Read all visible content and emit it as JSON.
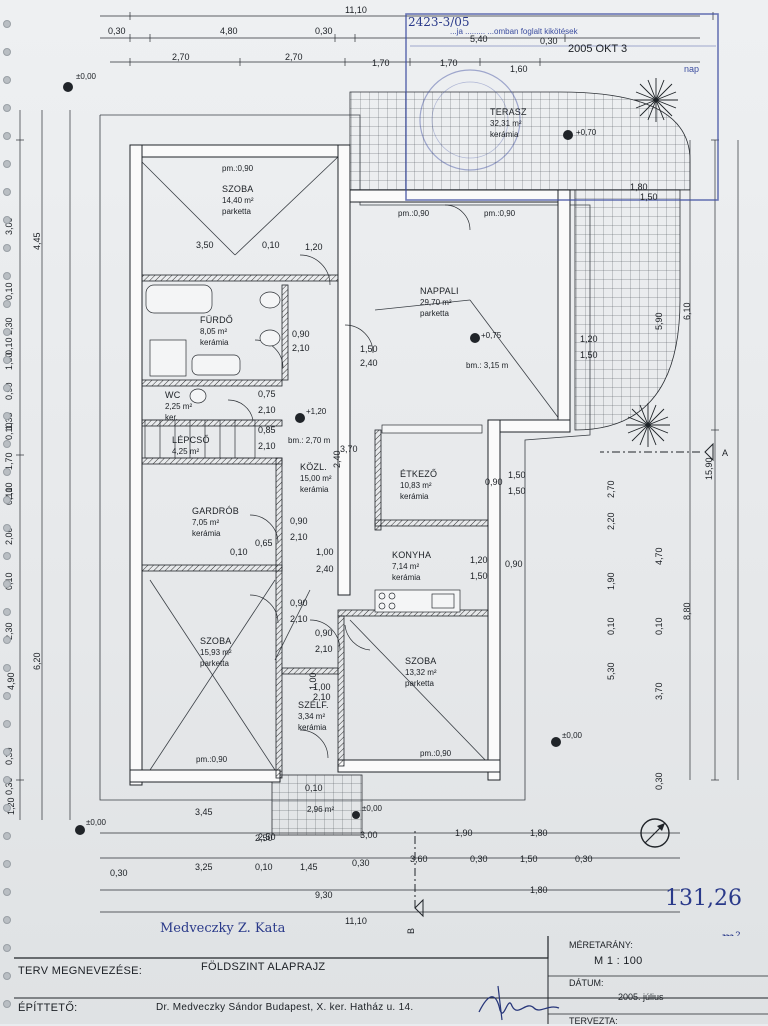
{
  "dimensions": {
    "top_total": "11,10",
    "top_row": [
      "0,30",
      "4,80",
      "0,30",
      "5,40",
      "0,30"
    ],
    "top_row2": [
      "2,70",
      "2,70",
      "1,70",
      "1,70",
      "1,60"
    ],
    "bottom_total": "11,10",
    "bottom_row1": [
      "3,45",
      "2,50",
      "3,00",
      "1,90",
      "1,80"
    ],
    "bottom_row2": [
      "0,30",
      "3,25",
      "0,10",
      "1,45",
      "0,30",
      "3,60",
      "0,30",
      "1,50",
      "0,30"
    ],
    "bottom_row3": [
      "9,30",
      "1,80"
    ],
    "left_outer": [
      "4,45",
      "6,20",
      "4,90",
      "1,20"
    ],
    "left_inner": [
      "3,00",
      "0,10",
      "2,30",
      "0,10",
      "1,80",
      "0,90",
      "1,35",
      "0,10",
      "1,70",
      "2,10",
      "0,10",
      "2,00",
      "0,10",
      "2,30",
      "0,30",
      "0,30"
    ],
    "right_outer": [
      "15,90",
      "6,10",
      "8,80"
    ],
    "right_inner": [
      "5,90",
      "2,70",
      "2,20",
      "1,90",
      "4,70",
      "0,10",
      "5,30",
      "3,70",
      "0,10",
      "0,30"
    ],
    "interior": [
      "3,50",
      "0,10",
      "1,20",
      "0,90",
      "2,10",
      "0,75",
      "2,10",
      "0,85",
      "2,10",
      "0,90",
      "2,10",
      "0,65",
      "0,10",
      "1,00",
      "2,40",
      "0,90",
      "2,10",
      "0,90",
      "2,10",
      "1,00",
      "2,10",
      "2,50",
      "0,10",
      "1,50",
      "2,40",
      "1,20",
      "1,50",
      "1,00",
      "3,70",
      "2,40",
      "1,50",
      "1,50",
      "0,90",
      "0,90",
      "1,20",
      "1,50",
      "1,80",
      "1,50"
    ]
  },
  "rooms": [
    {
      "name": "SZOBA",
      "area": "14,40 m²",
      "floor": "parketta"
    },
    {
      "name": "FÜRDŐ",
      "area": "8,05 m²",
      "floor": "kerámia"
    },
    {
      "name": "WC",
      "area": "2,25 m²",
      "floor": "ker."
    },
    {
      "name": "LÉPCSŐ",
      "area": "4,25 m²",
      "floor": ""
    },
    {
      "name": "GARDRÓB",
      "area": "7,05 m²",
      "floor": "kerámia"
    },
    {
      "name": "SZOBA",
      "area": "15,93 m²",
      "floor": "parketta"
    },
    {
      "name": "SZÉLF.",
      "area": "3,34 m²",
      "floor": "kerámia"
    },
    {
      "name": "KÖZL.",
      "area": "15,00 m²",
      "floor": "kerámia"
    },
    {
      "name": "NAPPALI",
      "area": "29,70 m²",
      "floor": "parketta"
    },
    {
      "name": "ÉTKEZŐ",
      "area": "10,83 m²",
      "floor": "kerámia"
    },
    {
      "name": "KONYHA",
      "area": "7,14 m²",
      "floor": "kerámia"
    },
    {
      "name": "SZOBA",
      "area": "13,32 m²",
      "floor": "parketta"
    },
    {
      "name": "TERASZ",
      "area": "32,31 m²",
      "floor": "kerámia"
    }
  ],
  "annotations": {
    "pm_labels": [
      "pm.:0,90",
      "pm.:0,90",
      "pm.:0,90",
      "pm.:0,90",
      "pm.:0,90"
    ],
    "bm_nappali": "bm.: 3,15 m",
    "bm_kozl": "bm.: 2,70 m",
    "entry_area": "2,96 m²",
    "levels": [
      "±0,00",
      "+0,70",
      "+0,75",
      "+1,20",
      "±0,00",
      "±0,00",
      "±0,00"
    ],
    "section_a": "A",
    "section_b": "B"
  },
  "stamp": {
    "number": "2423-3/05",
    "text": "...ja ......... ...omban foglalt kikötések",
    "date": "2005 OKT 3",
    "nap": "nap"
  },
  "handwritten": {
    "area": "131,26",
    "unit": "m²",
    "signature": "Medveczky Z. Kata"
  },
  "title_block": {
    "project_label": "TERV MEGNEVEZÉSE:",
    "project_value": "FÖLDSZINT ALAPRAJZ",
    "client_label": "ÉPÍTTETŐ:",
    "client_value": "Dr. Medveczky Sándor  Budapest, X. ker. Hatház u. 14.",
    "scale_label": "MÉRETARÁNY:",
    "scale_value": "M 1 : 100",
    "date_label": "DÁTUM:",
    "date_value": "2005. július",
    "designer_label": "TERVEZTA:"
  }
}
